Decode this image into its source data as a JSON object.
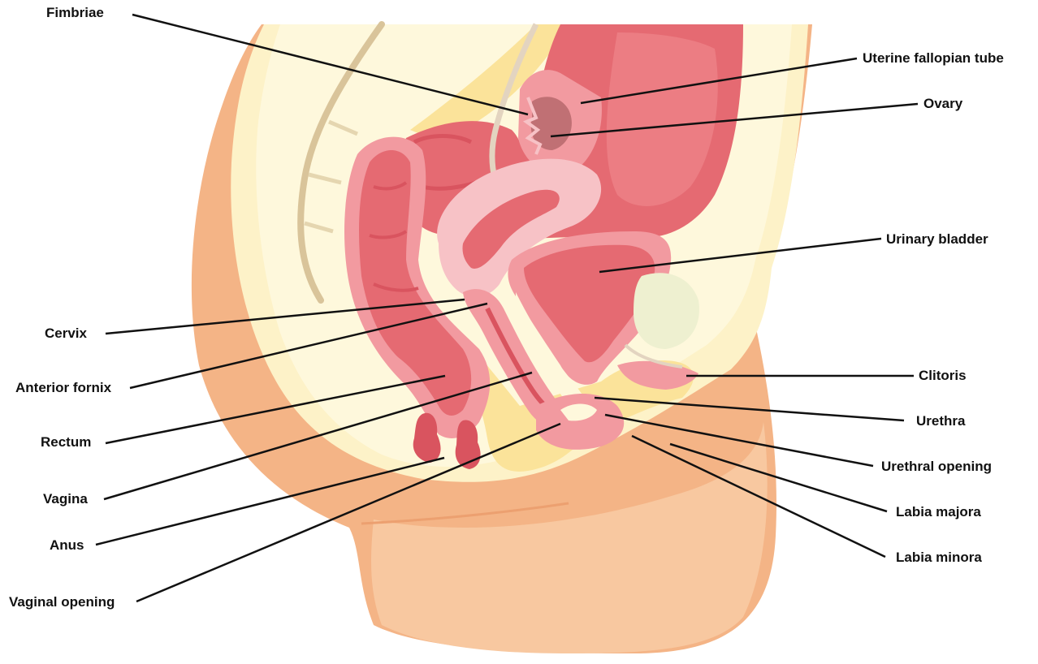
{
  "labels": {
    "fimbriae": "Fimbriae",
    "uterine_tube": "Uterine fallopian tube",
    "ovary": "Ovary",
    "urinary_bladder": "Urinary bladder",
    "cervix": "Cervix",
    "anterior_fornix": "Anterior fornix",
    "rectum": "Rectum",
    "vagina": "Vagina",
    "anus": "Anus",
    "vaginal_opening": "Vaginal opening",
    "clitoris": "Clitoris",
    "urethra": "Urethra",
    "urethral_opening": "Urethral opening",
    "labia_majora": "Labia majora",
    "labia_minora": "Labia minora"
  },
  "colors": {
    "skin_outer": "#f4b486",
    "skin_light": "#f8c8a0",
    "skin_dark": "#eca070",
    "fat_cream": "#fdf2c8",
    "fat_pale": "#fef8dc",
    "fat_yellow": "#fbe39a",
    "muscle_red": "#e56a72",
    "muscle_dark": "#d9545f",
    "muscle_pink": "#f29aa0",
    "tissue_pink": "#f7c2c6",
    "bone_tan": "#d9c49a",
    "leader_line": "#111111"
  }
}
